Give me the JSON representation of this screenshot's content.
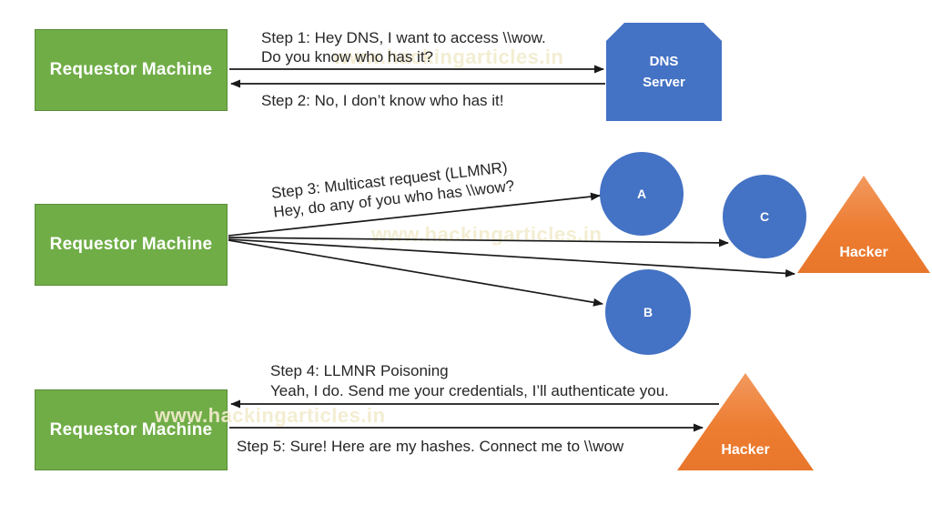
{
  "watermark_text": "www.hackingarticles.in",
  "colors": {
    "machine_green": "#70AD47",
    "node_blue": "#4472C4",
    "hacker_orange": "#ED7D31",
    "text": "#262626",
    "watermark_cream": "#F2EBCE"
  },
  "nodes": {
    "requestor": "Requestor Machine",
    "dns_line1": "DNS",
    "dns_line2": "Server",
    "machine_a": "A",
    "machine_b": "B",
    "machine_c": "C",
    "hacker": "Hacker"
  },
  "steps": {
    "step1_line1": "Step 1: Hey DNS, I want to access \\\\wow.",
    "step1_line2": "Do you know who has it?",
    "step2": "Step 2: No, I don’t know who has it!",
    "step3_line1": "Step 3: Multicast request (LLMNR)",
    "step3_line2": "Hey, do any of you who has \\\\wow?",
    "step4_line1": "Step 4: LLMNR Poisoning",
    "step4_line2": "Yeah, I do. Send me your credentials, I’ll authenticate you.",
    "step5": "Step 5: Sure! Here are my hashes. Connect me to \\\\wow"
  }
}
